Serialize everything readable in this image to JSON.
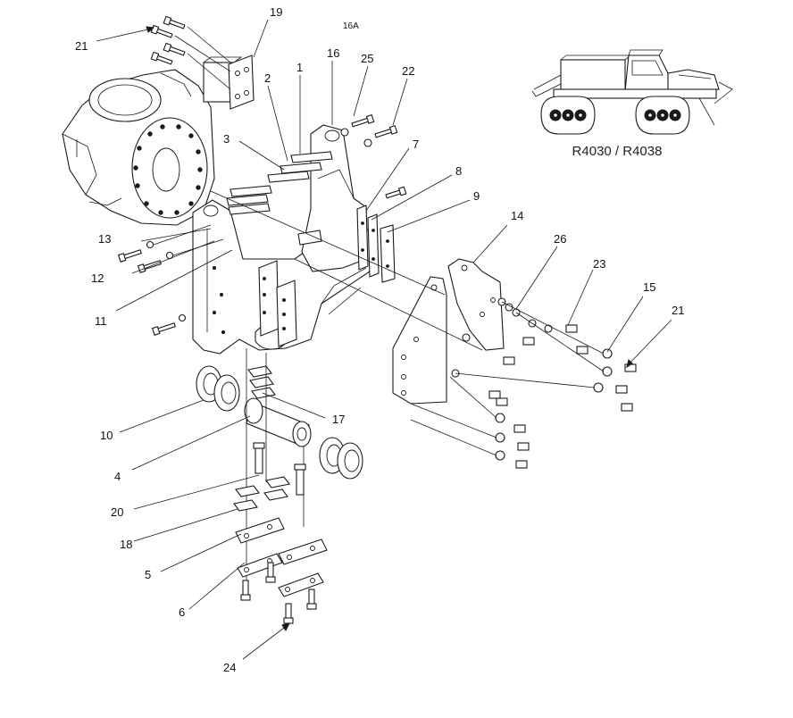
{
  "sheet_label": "16A",
  "model_label": "R4030 / R4038",
  "callouts": [
    {
      "id": "c21a",
      "text": "21"
    },
    {
      "id": "c19",
      "text": "19"
    },
    {
      "id": "c16a",
      "text": "16A"
    },
    {
      "id": "c1",
      "text": "1"
    },
    {
      "id": "c16",
      "text": "16"
    },
    {
      "id": "c25",
      "text": "25"
    },
    {
      "id": "c22",
      "text": "22"
    },
    {
      "id": "c2",
      "text": "2"
    },
    {
      "id": "c3",
      "text": "3"
    },
    {
      "id": "c7",
      "text": "7"
    },
    {
      "id": "c8",
      "text": "8"
    },
    {
      "id": "c9",
      "text": "9"
    },
    {
      "id": "c14",
      "text": "14"
    },
    {
      "id": "c26",
      "text": "26"
    },
    {
      "id": "c23",
      "text": "23"
    },
    {
      "id": "c15",
      "text": "15"
    },
    {
      "id": "c21b",
      "text": "21"
    },
    {
      "id": "c13",
      "text": "13"
    },
    {
      "id": "c12",
      "text": "12"
    },
    {
      "id": "c11",
      "text": "11"
    },
    {
      "id": "c10",
      "text": "10"
    },
    {
      "id": "c17",
      "text": "17"
    },
    {
      "id": "c4",
      "text": "4"
    },
    {
      "id": "c20",
      "text": "20"
    },
    {
      "id": "c18",
      "text": "18"
    },
    {
      "id": "c5",
      "text": "5"
    },
    {
      "id": "c6",
      "text": "6"
    },
    {
      "id": "c24",
      "text": "24"
    }
  ]
}
